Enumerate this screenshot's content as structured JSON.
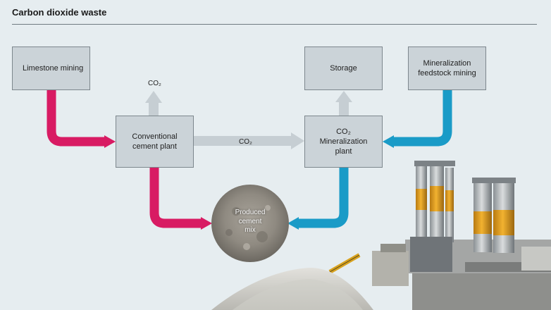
{
  "title": "Carbon dioxide waste",
  "boxes": {
    "limestone": "Limestone mining",
    "cement_plant": "Conventional\ncement plant",
    "storage": "Storage",
    "feedstock": "Mineralization\nfeedstock mining",
    "mineralization": "CO₂\nMineralization\nplant"
  },
  "labels": {
    "co2_up": "CO₂",
    "co2_mid": "CO₂",
    "mix": "Produced\ncement\nmix"
  },
  "colors": {
    "magenta": "#d81b63",
    "blue": "#1a9bc7",
    "gray_arrow": "#c6ced3",
    "box_fill": "#cbd3d8"
  }
}
